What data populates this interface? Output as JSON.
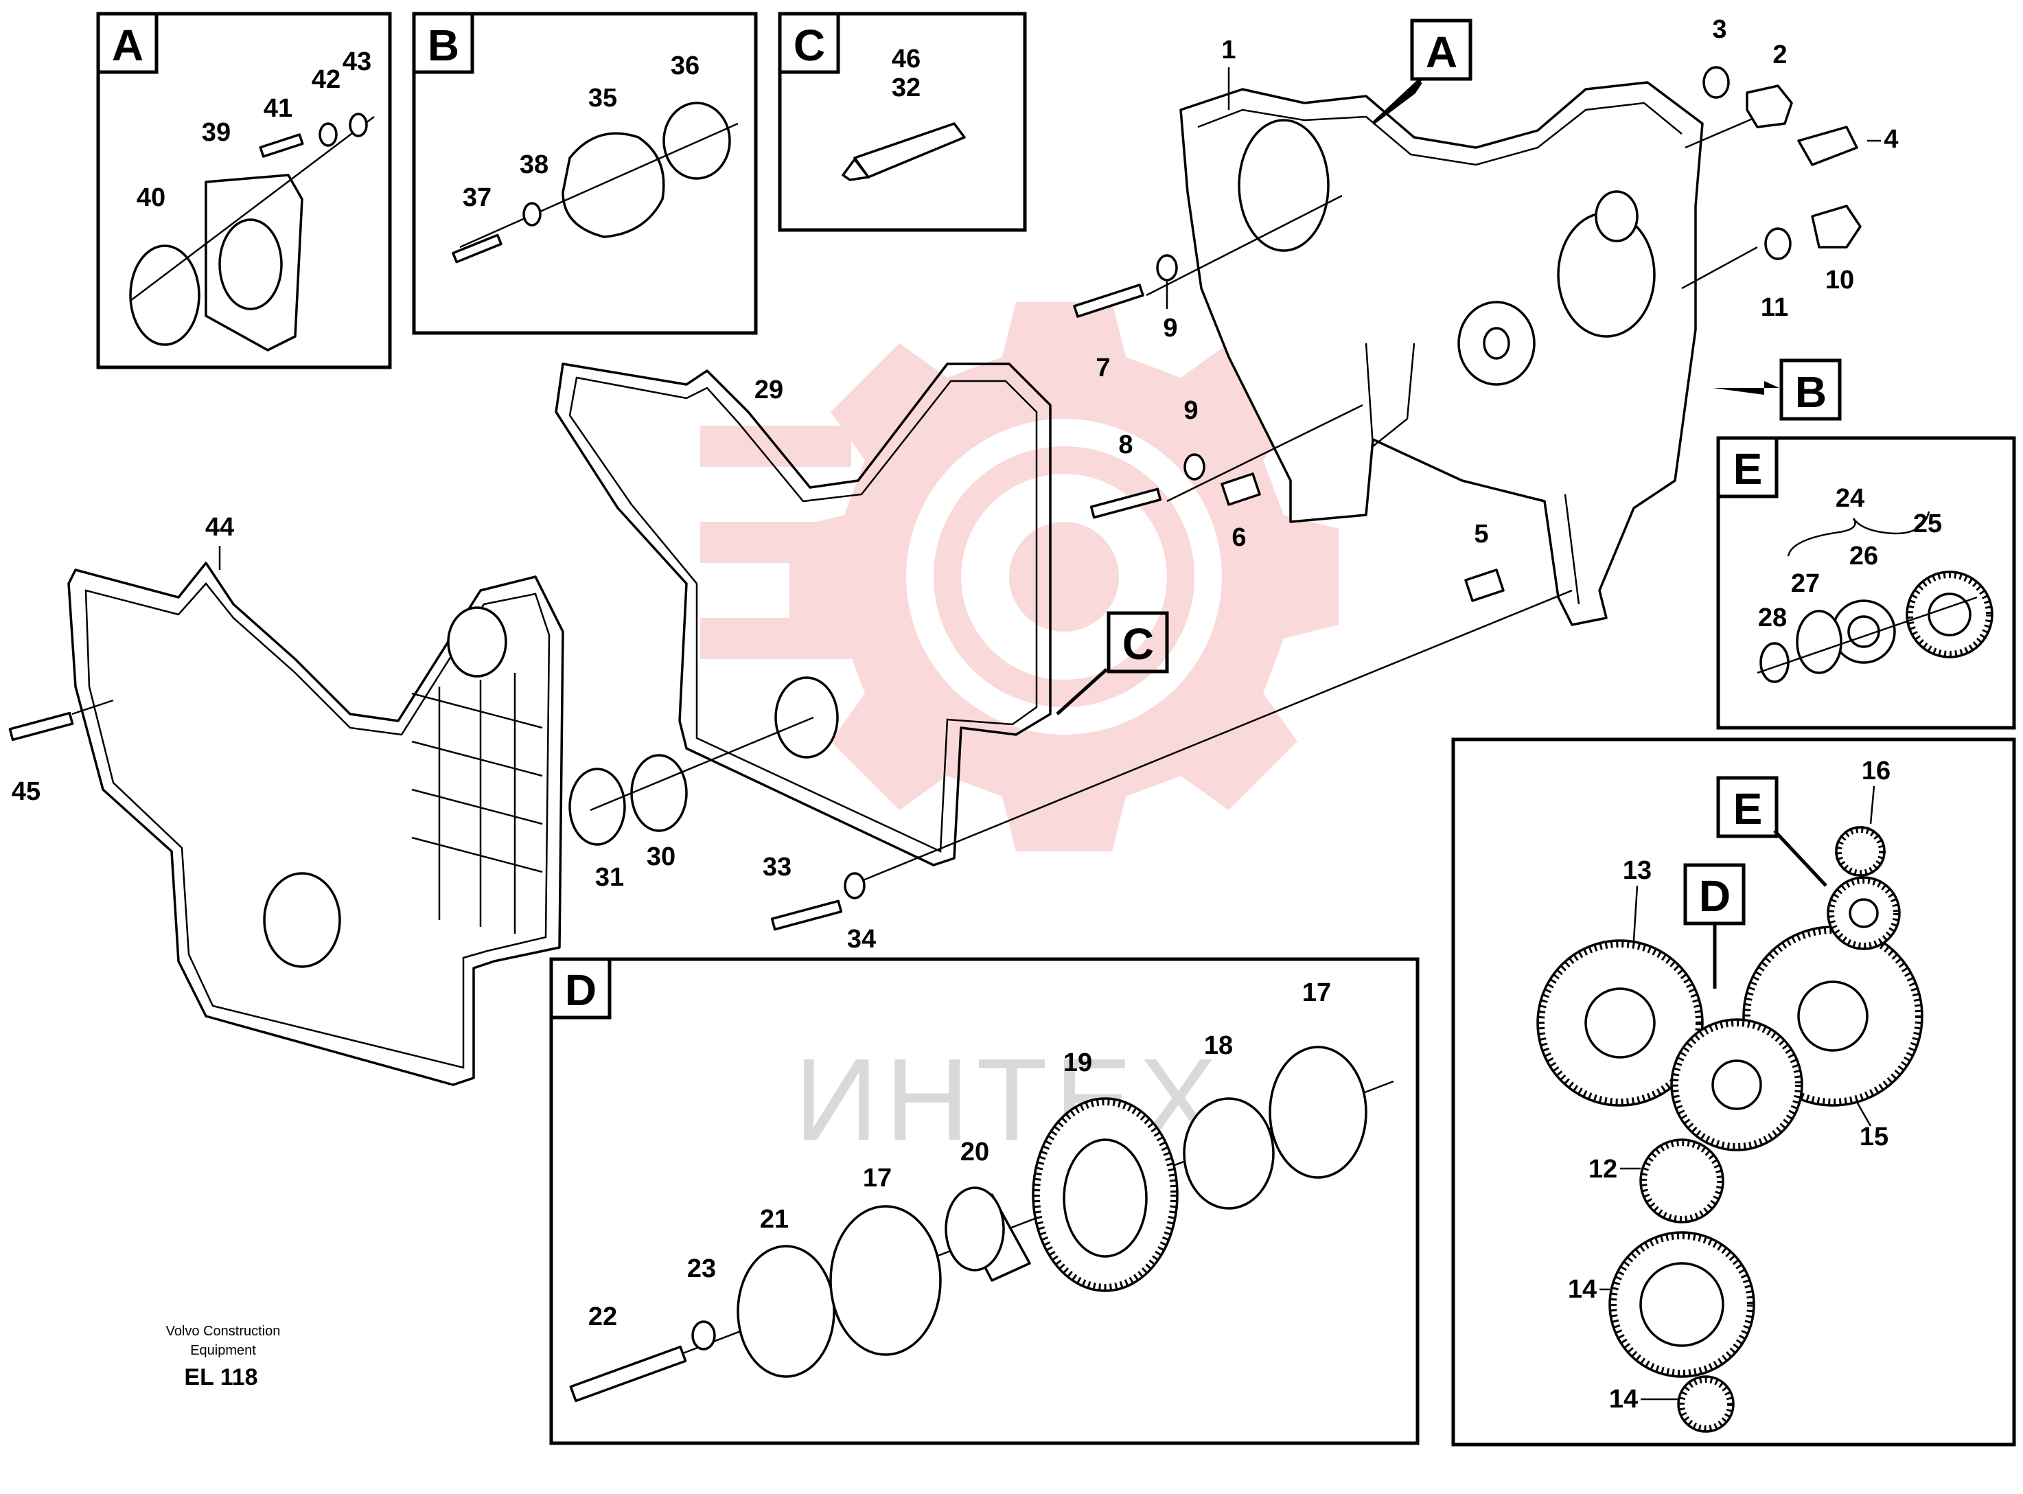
{
  "callouts": {
    "n1": "1",
    "n2": "2",
    "n3": "3",
    "n4": "4",
    "n5": "5",
    "n6": "6",
    "n7": "7",
    "n8": "8",
    "n9a": "9",
    "n9b": "9",
    "n10": "10",
    "n11": "11",
    "n12": "12",
    "n13": "13",
    "n14a": "14",
    "n14b": "14",
    "n15": "15",
    "n16": "16",
    "n17a": "17",
    "n17b": "17",
    "n18": "18",
    "n19": "19",
    "n20": "20",
    "n21": "21",
    "n22": "22",
    "n23": "23",
    "n24": "24",
    "n25": "25",
    "n26": "26",
    "n27": "27",
    "n28": "28",
    "n29": "29",
    "n30": "30",
    "n31": "31",
    "n32": "32",
    "n33": "33",
    "n34": "34",
    "n35": "35",
    "n36": "36",
    "n37": "37",
    "n38": "38",
    "n39": "39",
    "n40": "40",
    "n41": "41",
    "n42": "42",
    "n43": "43",
    "n44": "44",
    "n45": "45",
    "n46": "46"
  },
  "detail_boxes": {
    "a_box": "A",
    "b_box": "B",
    "c_box": "C",
    "d_box": "D",
    "e_box": "E"
  },
  "reference_tags": {
    "a_tag": "A",
    "b_tag": "B",
    "c_tag": "C",
    "d_tag": "D",
    "e_tag": "E"
  },
  "credit": {
    "line1": "Volvo Construction",
    "line2": "Equipment",
    "code": "EL 118"
  },
  "watermark": {
    "text": "ИНТЕХ",
    "color": "#f4b4b4"
  }
}
